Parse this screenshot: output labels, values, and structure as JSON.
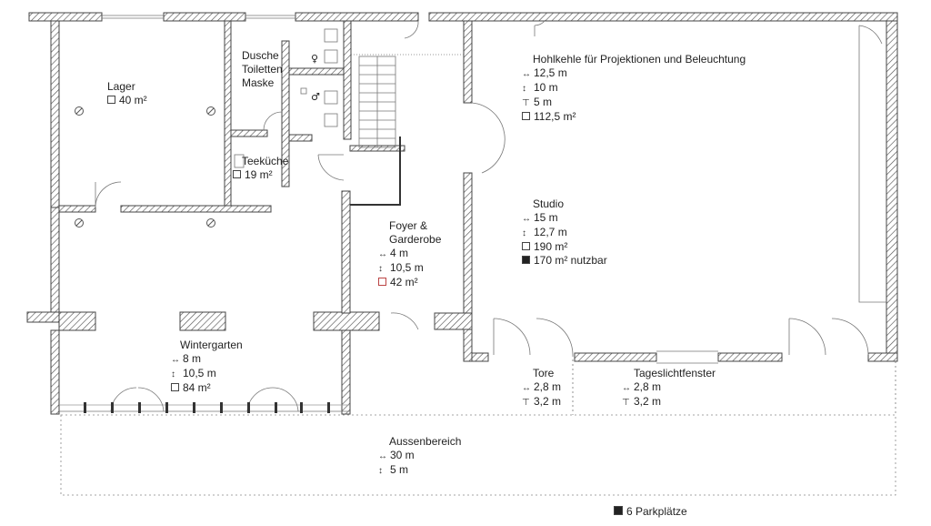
{
  "rooms": {
    "lager": {
      "name": "Lager",
      "area": "40 m²"
    },
    "wc": {
      "name_l1": "Dusche",
      "name_l2": "Toiletten",
      "name_l3": "Maske"
    },
    "teekueche": {
      "name": "Teeküche",
      "area": "19 m²"
    },
    "wintergarten": {
      "name": "Wintergarten",
      "width": "8 m",
      "depth": "10,5 m",
      "area": "84 m²"
    },
    "foyer": {
      "name_l1": "Foyer &",
      "name_l2": "Garderobe",
      "width": "4 m",
      "depth": "10,5 m",
      "area": "42 m²"
    },
    "hohlkehle": {
      "name": "Hohlkehle für Projektionen und Beleuchtung",
      "width": "12,5 m",
      "depth": "10 m",
      "height": "5 m",
      "area": "112,5 m²"
    },
    "studio": {
      "name": "Studio",
      "width": "15 m",
      "depth": "12,7 m",
      "area": "190 m²",
      "usable": "170 m² nutzbar"
    },
    "tore": {
      "name": "Tore",
      "width": "2,8 m",
      "height": "3,2 m"
    },
    "tageslicht": {
      "name": "Tageslichtfenster",
      "width": "2,8 m",
      "height": "3,2 m"
    },
    "aussen": {
      "name": "Aussenbereich",
      "width": "30 m",
      "depth": "5 m"
    },
    "parking": {
      "text": "6 Parkplätze"
    }
  },
  "icons": {
    "width": "↔",
    "depth": "↕",
    "height": "⊤"
  }
}
